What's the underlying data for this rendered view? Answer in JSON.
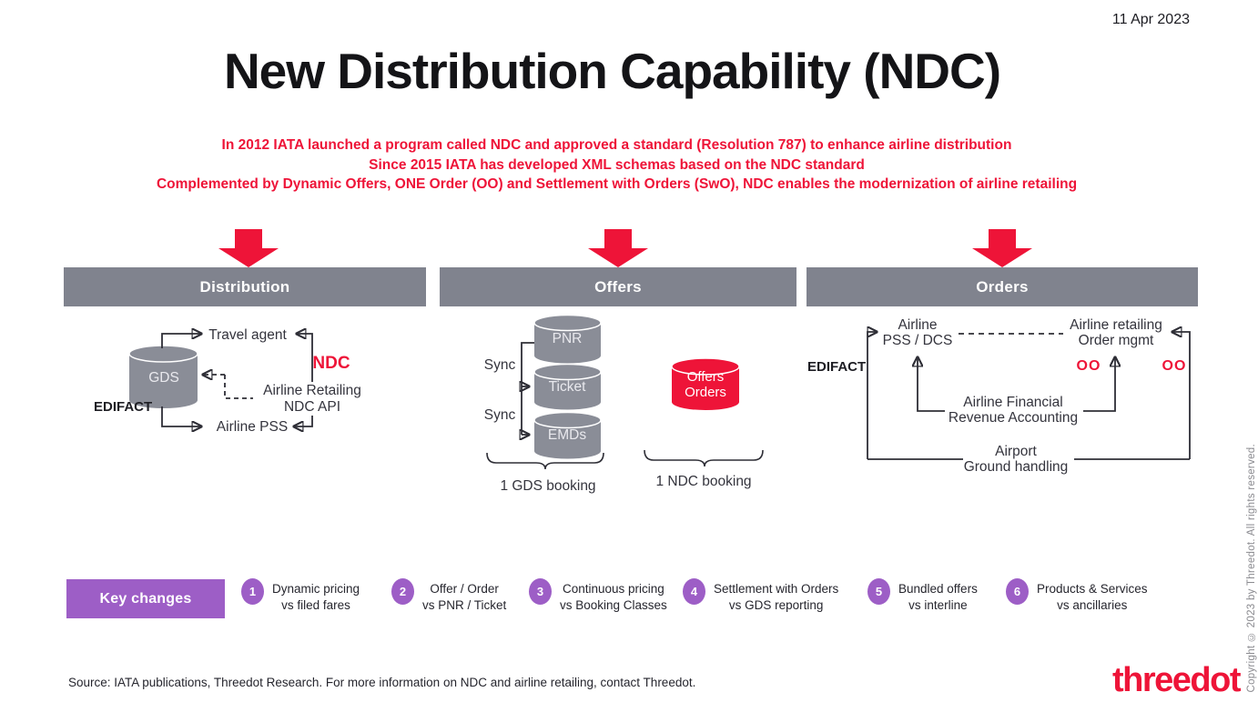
{
  "date": "11 Apr 2023",
  "title": "New Distribution Capability (NDC)",
  "subtitle": {
    "line1": "In 2012 IATA launched a program called NDC and approved a standard (Resolution 787) to enhance airline distribution",
    "line2": "Since 2015 IATA has developed XML schemas based on the NDC standard",
    "line3": "Complemented by Dynamic Offers, ONE Order (OO) and Settlement with Orders (SwO), NDC enables the modernization of airline retailing"
  },
  "colors": {
    "accent_red": "#EE1438",
    "header_gray": "#80838E",
    "cylinder_gray": "#8A8D97",
    "purple": "#9D5EC6"
  },
  "columns": [
    {
      "header": "Distribution"
    },
    {
      "header": "Offers"
    },
    {
      "header": "Orders"
    }
  ],
  "distribution": {
    "travel_agent": "Travel agent",
    "gds": "GDS",
    "ndc": "NDC",
    "airline_retailing_line1": "Airline Retailing",
    "airline_retailing_line2": "NDC API",
    "edifact": "EDIFACT",
    "airline_pss": "Airline PSS"
  },
  "offers": {
    "pnr": "PNR",
    "ticket": "Ticket",
    "emds": "EMDs",
    "sync1": "Sync",
    "sync2": "Sync",
    "offers_orders_line1": "Offers",
    "offers_orders_line2": "Orders",
    "gds_booking": "1 GDS booking",
    "ndc_booking": "1 NDC booking"
  },
  "orders": {
    "pss_line1": "Airline",
    "pss_line2": "PSS / DCS",
    "retailing_line1": "Airline retailing",
    "retailing_line2": "Order mgmt",
    "edifact": "EDIFACT",
    "oo_left": "OO",
    "oo_right": "OO",
    "finance_line1": "Airline Financial",
    "finance_line2": "Revenue Accounting",
    "airport_line1": "Airport",
    "airport_line2": "Ground handling"
  },
  "key_changes": {
    "label": "Key changes",
    "items": [
      {
        "num": "1",
        "line1": "Dynamic pricing",
        "line2": "vs filed fares"
      },
      {
        "num": "2",
        "line1": "Offer / Order",
        "line2": "vs PNR / Ticket"
      },
      {
        "num": "3",
        "line1": "Continuous pricing",
        "line2": "vs Booking Classes"
      },
      {
        "num": "4",
        "line1": "Settlement with Orders",
        "line2": "vs GDS reporting"
      },
      {
        "num": "5",
        "line1": "Bundled offers",
        "line2": "vs interline"
      },
      {
        "num": "6",
        "line1": "Products & Services",
        "line2": "vs ancillaries"
      }
    ]
  },
  "footer": {
    "source": "Source: IATA publications, Threedot Research. For more information on NDC and airline retailing, contact Threedot.",
    "logo": "threedot",
    "copyright": "Copyright © 2023 by Threedot. All rights reserved."
  }
}
